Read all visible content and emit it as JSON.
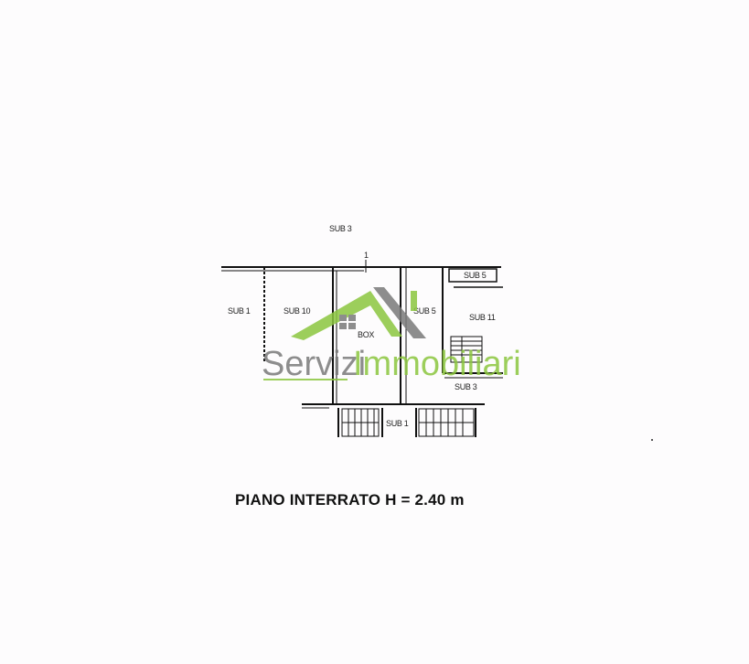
{
  "plan": {
    "caption": "PIANO INTERRATO H = 2.40 m",
    "labels": {
      "sub3_top": "SUB 3",
      "sub1_left": "SUB 1",
      "sub10": "SUB 10",
      "box": "BOX",
      "sub5_small": "SUB 5",
      "sub5_center": "SUB 5",
      "sub11": "SUB 11",
      "sub3_right": "SUB 3",
      "sub1_bottom": "SUB 1"
    },
    "dimension_mark": "1"
  },
  "watermark": {
    "word1": "Servizi",
    "word2": "Immobiliari",
    "colors": {
      "green": "#8cc63f",
      "gray": "#7a7a7a"
    }
  }
}
